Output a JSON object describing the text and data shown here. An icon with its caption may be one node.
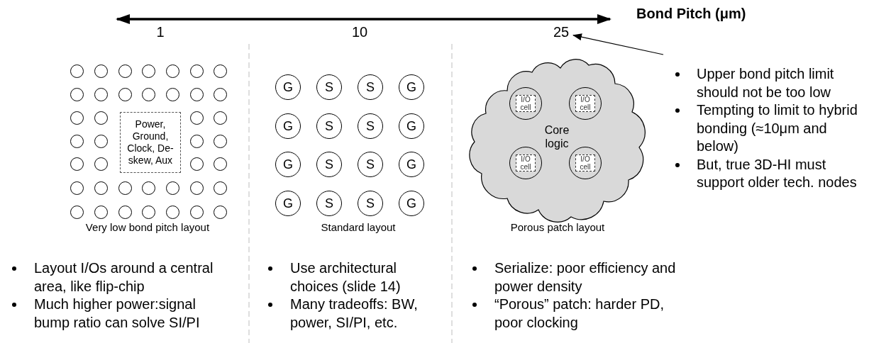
{
  "diagram": {
    "nodes": [
      {
        "text": [
          "25"
        ]
      },
      {
        "text": [
          "Upper bond pitch limit should not be too low",
          "Tempting to limit to hybrid bonding (≈10μm and below)",
          "But, true 3D-HI must support older tech. nodes"
        ]
      },
      {
        "text": [],
        "shape": "circle"
      },
      {
        "text": [],
        "shape": "circle"
      },
      {
        "text": [],
        "shape": "circle"
      },
      {
        "text": [],
        "shape": "circle"
      },
      {
        "text": [],
        "shape": "circle"
      },
      {
        "text": [],
        "shape": "circle"
      },
      {
        "text": [],
        "shape": "circle"
      },
      {
        "text": [],
        "shape": "circle"
      },
      {
        "text": [],
        "shape": "circle"
      },
      {
        "text": [],
        "shape": "circle"
      },
      {
        "text": [],
        "shape": "circle"
      },
      {
        "text": [],
        "shape": "circle"
      },
      {
        "text": [],
        "shape": "circle"
      },
      {
        "text": [],
        "shape": "circle"
      },
      {
        "text": [],
        "shape": "circle"
      },
      {
        "text": [],
        "shape": "circle"
      },
      {
        "text": [],
        "shape": "circle"
      },
      {
        "text": [],
        "shape": "circle"
      },
      {
        "text": [],
        "shape": "circle"
      },
      {
        "text": [],
        "shape": "circle"
      },
      {
        "text": [],
        "shape": "circle"
      },
      {
        "text": [],
        "shape": "circle"
      },
      {
        "text": [],
        "shape": "circle"
      },
      {
        "text": [],
        "shape": "circle"
      },
      {
        "text": [],
        "shape": "circle"
      },
      {
        "text": [],
        "shape": "circle"
      },
      {
        "text": [],
        "shape": "circle"
      },
      {
        "text": [],
        "shape": "circle"
      },
      {
        "text": [],
        "shape": "circle"
      },
      {
        "text": [],
        "shape": "circle"
      },
      {
        "text": [],
        "shape": "circle"
      },
      {
        "text": [],
        "shape": "circle"
      },
      {
        "text": [],
        "shape": "circle"
      },
      {
        "text": [],
        "shape": "circle"
      },
      {
        "text": [],
        "shape": "circle"
      },
      {
        "text": [],
        "shape": "circle"
      },
      {
        "text": [],
        "shape": "circle"
      },
      {
        "text": [],
        "shape": "circle"
      },
      {
        "text": [],
        "shape": "circle"
      },
      {
        "text": [],
        "shape": "circle"
      },
      {
        "text": [
          "Power, Ground, Clock, De-skew, Aux"
        ]
      },
      {
        "text": [
          "G"
        ]
      },
      {
        "text": [
          "S"
        ]
      },
      {
        "text": [
          "S"
        ]
      },
      {
        "text": [
          "G"
        ]
      },
      {
        "text": [
          "G"
        ]
      },
      {
        "text": [
          "S"
        ]
      },
      {
        "text": [
          "S"
        ]
      },
      {
        "text": [
          "G"
        ]
      },
      {
        "text": [
          "G"
        ]
      },
      {
        "text": [
          "S"
        ]
      },
      {
        "text": [
          "S"
        ]
      },
      {
        "text": [
          "G"
        ]
      },
      {
        "text": [
          "G"
        ]
      },
      {
        "text": [
          "S"
        ]
      },
      {
        "text": [
          "S"
        ]
      },
      {
        "text": [
          "G"
        ]
      },
      {
        "text": [
          "Core logic"
        ]
      },
      {
        "text": [],
        "shape": "circle",
        "in": 59
      },
      {
        "text": [
          "I/O cell"
        ],
        "in": 60
      },
      {
        "text": [],
        "shape": "circle",
        "in": 59
      },
      {
        "text": [
          "I/O cell"
        ],
        "in": 62
      },
      {
        "text": [],
        "shape": "circle",
        "in": 59
      },
      {
        "text": [
          "I/O cell"
        ],
        "in": 64
      },
      {
        "text": [],
        "shape": "circle",
        "in": 59
      },
      {
        "text": [
          "I/O cell"
        ],
        "in": 66
      }
    ],
    "edges": [
      {
        "from": 1,
        "to": 0,
        "arrow": "to"
      }
    ],
    "labels": [
      "1",
      "10",
      "Bond Pitch (μm)",
      "Very low bond pitch layout",
      "Standard layout",
      "Porous patch layout",
      "Layout I/Os around a central area, like flip-chip",
      "Much higher power:signal bump ratio can solve SI/PI",
      "Use architectural choices (slide 14)",
      "Many tradeoffs: BW, power, SI/PI, etc.",
      "Serialize: poor efficiency and power density",
      "“Porous” patch: harder PD, poor clocking"
    ]
  }
}
